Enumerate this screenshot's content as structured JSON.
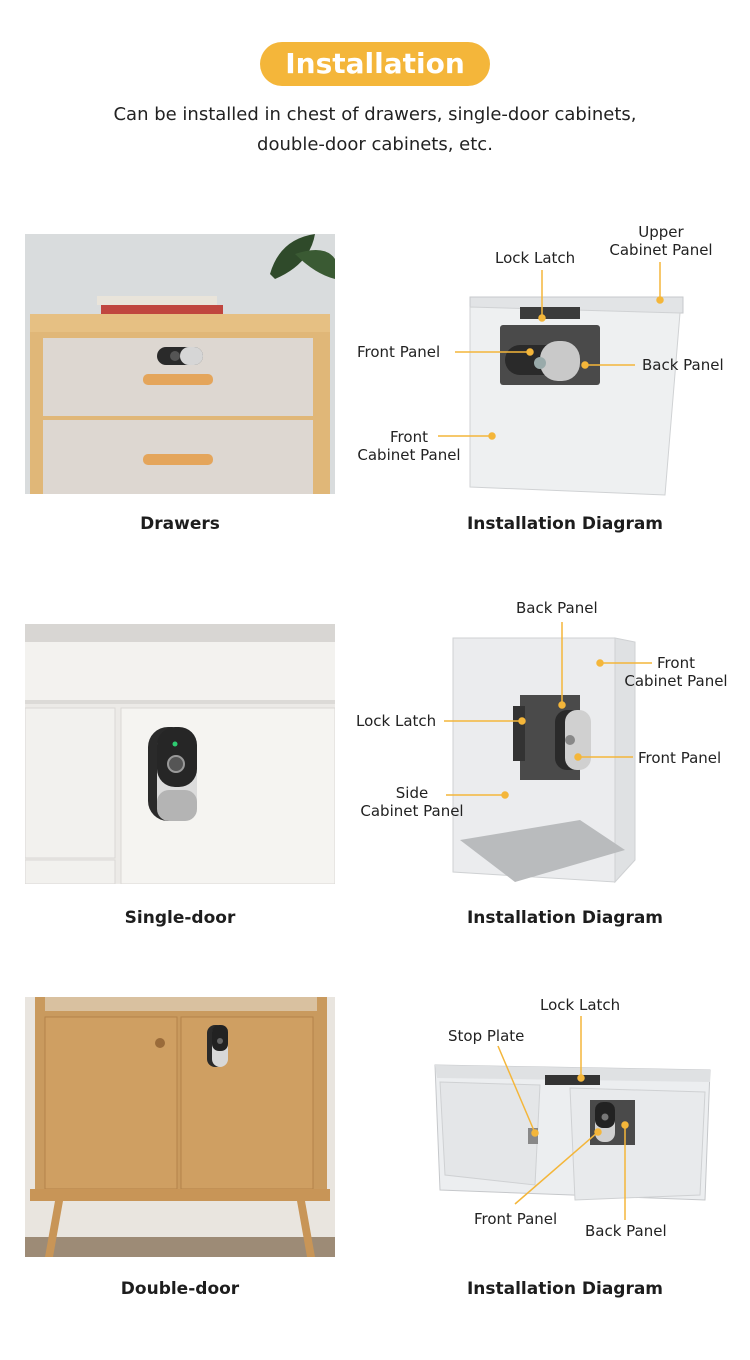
{
  "header": {
    "title": "Installation",
    "subtitle_line1": "Can be installed in chest of drawers, single-door cabinets,",
    "subtitle_line2": "double-door cabinets, etc."
  },
  "colors": {
    "accent": "#f4b63a",
    "text": "#1d1d1d",
    "background": "#ffffff"
  },
  "sections": [
    {
      "caption": "Drawers",
      "diagram_caption": "Installation Diagram",
      "labels": {
        "lock_latch": "Lock Latch",
        "upper_cabinet_panel_1": "Upper",
        "upper_cabinet_panel_2": "Cabinet Panel",
        "front_panel": "Front Panel",
        "back_panel": "Back Panel",
        "front_cabinet_panel_1": "Front",
        "front_cabinet_panel_2": "Cabinet Panel"
      }
    },
    {
      "caption": "Single-door",
      "diagram_caption": "Installation Diagram",
      "labels": {
        "back_panel": "Back Panel",
        "front_cabinet_panel_1": "Front",
        "front_cabinet_panel_2": "Cabinet Panel",
        "lock_latch": "Lock Latch",
        "front_panel": "Front Panel",
        "side_cabinet_panel_1": "Side",
        "side_cabinet_panel_2": "Cabinet Panel"
      }
    },
    {
      "caption": "Double-door",
      "diagram_caption": "Installation Diagram",
      "labels": {
        "lock_latch": "Lock Latch",
        "stop_plate": "Stop Plate",
        "front_panel": "Front Panel",
        "back_panel": "Back Panel"
      }
    }
  ]
}
